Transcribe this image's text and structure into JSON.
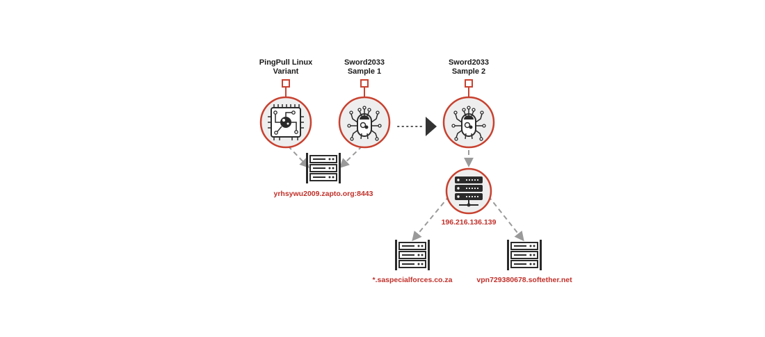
{
  "nodes": {
    "pingpull": {
      "title_line1": "PingPull Linux",
      "title_line2": "Variant",
      "icon": "circuit-chip-icon"
    },
    "sword_s1": {
      "title_line1": "Sword2033",
      "title_line2": "Sample 1",
      "icon": "bug-malware-icon"
    },
    "sword_s2": {
      "title_line1": "Sword2033",
      "title_line2": "Sample 2",
      "icon": "bug-malware-icon"
    },
    "ip_server": {
      "label": "196.216.136.139",
      "icon": "server-stack-icon"
    }
  },
  "endpoints": {
    "c2_zapto": {
      "label": "yrhsywu2009.zapto.org:8443",
      "icon": "server-rack-icon"
    },
    "sas_domain": {
      "label": "*.saspecialforces.co.za",
      "icon": "server-rack-icon"
    },
    "softether": {
      "label": "vpn729380678.softether.net",
      "icon": "server-rack-icon"
    }
  },
  "colors": {
    "accent": "#c8412f",
    "circle_fill": "#eeeeee",
    "arrow_gray": "#9a9a9a",
    "icon_dark": "#2a2a2a",
    "label_red": "#c0302a"
  }
}
